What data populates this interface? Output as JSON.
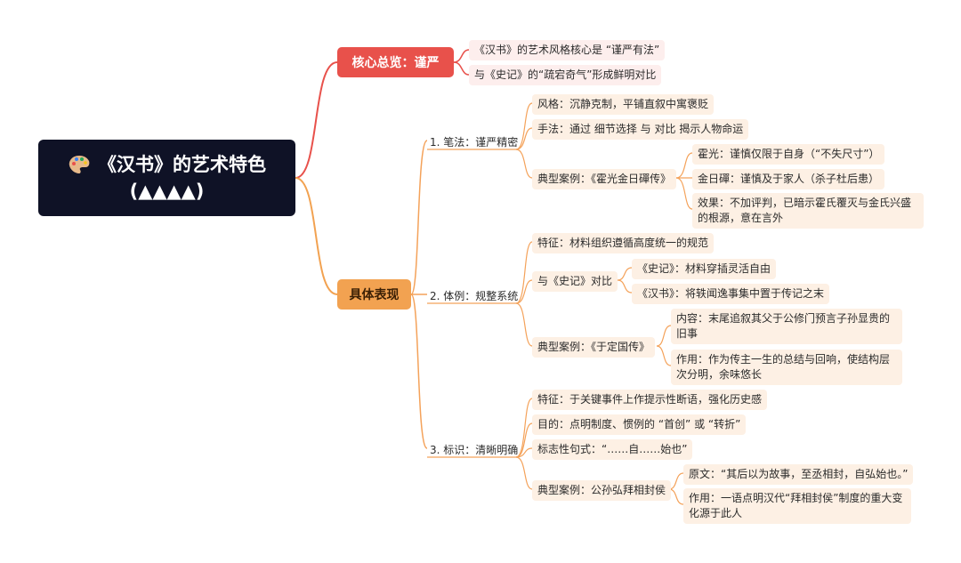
{
  "root": {
    "icon": "palette-icon",
    "title_line1": "《汉书》的艺术特色",
    "title_line2": "(▲▲▲▲)"
  },
  "overview": {
    "label": "核心总览：谨严",
    "items": [
      "《汉书》的艺术风格核心是 “谨严有法”",
      "与《史记》的“疏宕奇气”形成鲜明对比"
    ]
  },
  "details": {
    "label": "具体表现",
    "branches": [
      {
        "label": "1. 笔法：谨严精密",
        "items": [
          {
            "label": "风格：沉静克制，平铺直叙中寓褒贬"
          },
          {
            "label": "手法：通过 细节选择 与 对比 揭示人物命运"
          },
          {
            "label": "典型案例：《霍光金日磾传》",
            "children": [
              "霍光：谨慎仅限于自身（“不失尺寸”）",
              "金日磾：谨慎及于家人（杀子杜后患）",
              "效果：不加评判，已暗示霍氏覆灭与金氏兴盛的根源，意在言外"
            ]
          }
        ]
      },
      {
        "label": "2. 体例：规整系统",
        "items": [
          {
            "label": "特征：材料组织遵循高度统一的规范"
          },
          {
            "label": "与《史记》对比",
            "children": [
              "《史记》：材料穿插灵活自由",
              "《汉书》：将轶闻逸事集中置于传记之末"
            ]
          },
          {
            "label": "典型案例：《于定国传》",
            "children": [
              "内容：末尾追叙其父于公修门预言子孙显贵的旧事",
              "作用：作为传主一生的总结与回响，使结构层次分明，余味悠长"
            ]
          }
        ]
      },
      {
        "label": "3. 标识：清晰明确",
        "items": [
          {
            "label": "特征：于关键事件上作提示性断语，强化历史感"
          },
          {
            "label": "目的：点明制度、惯例的 “首创” 或 “转折”"
          },
          {
            "label": "标志性句式：“……自……始也”"
          },
          {
            "label": "典型案例：公孙弘拜相封侯",
            "children": [
              "原文：“其后以为故事，至丞相封，自弘始也。”",
              "作用：一语点明汉代“拜相封侯”制度的重大变化源于此人"
            ]
          }
        ]
      }
    ]
  },
  "colors": {
    "root_bg": "#0f1226",
    "overview": "#e8514b",
    "details": "#f2a251",
    "leaf_bg": "#fdf0e4",
    "overview_leaf_bg": "#fdeeed",
    "branch_line": "#f4a25a"
  }
}
